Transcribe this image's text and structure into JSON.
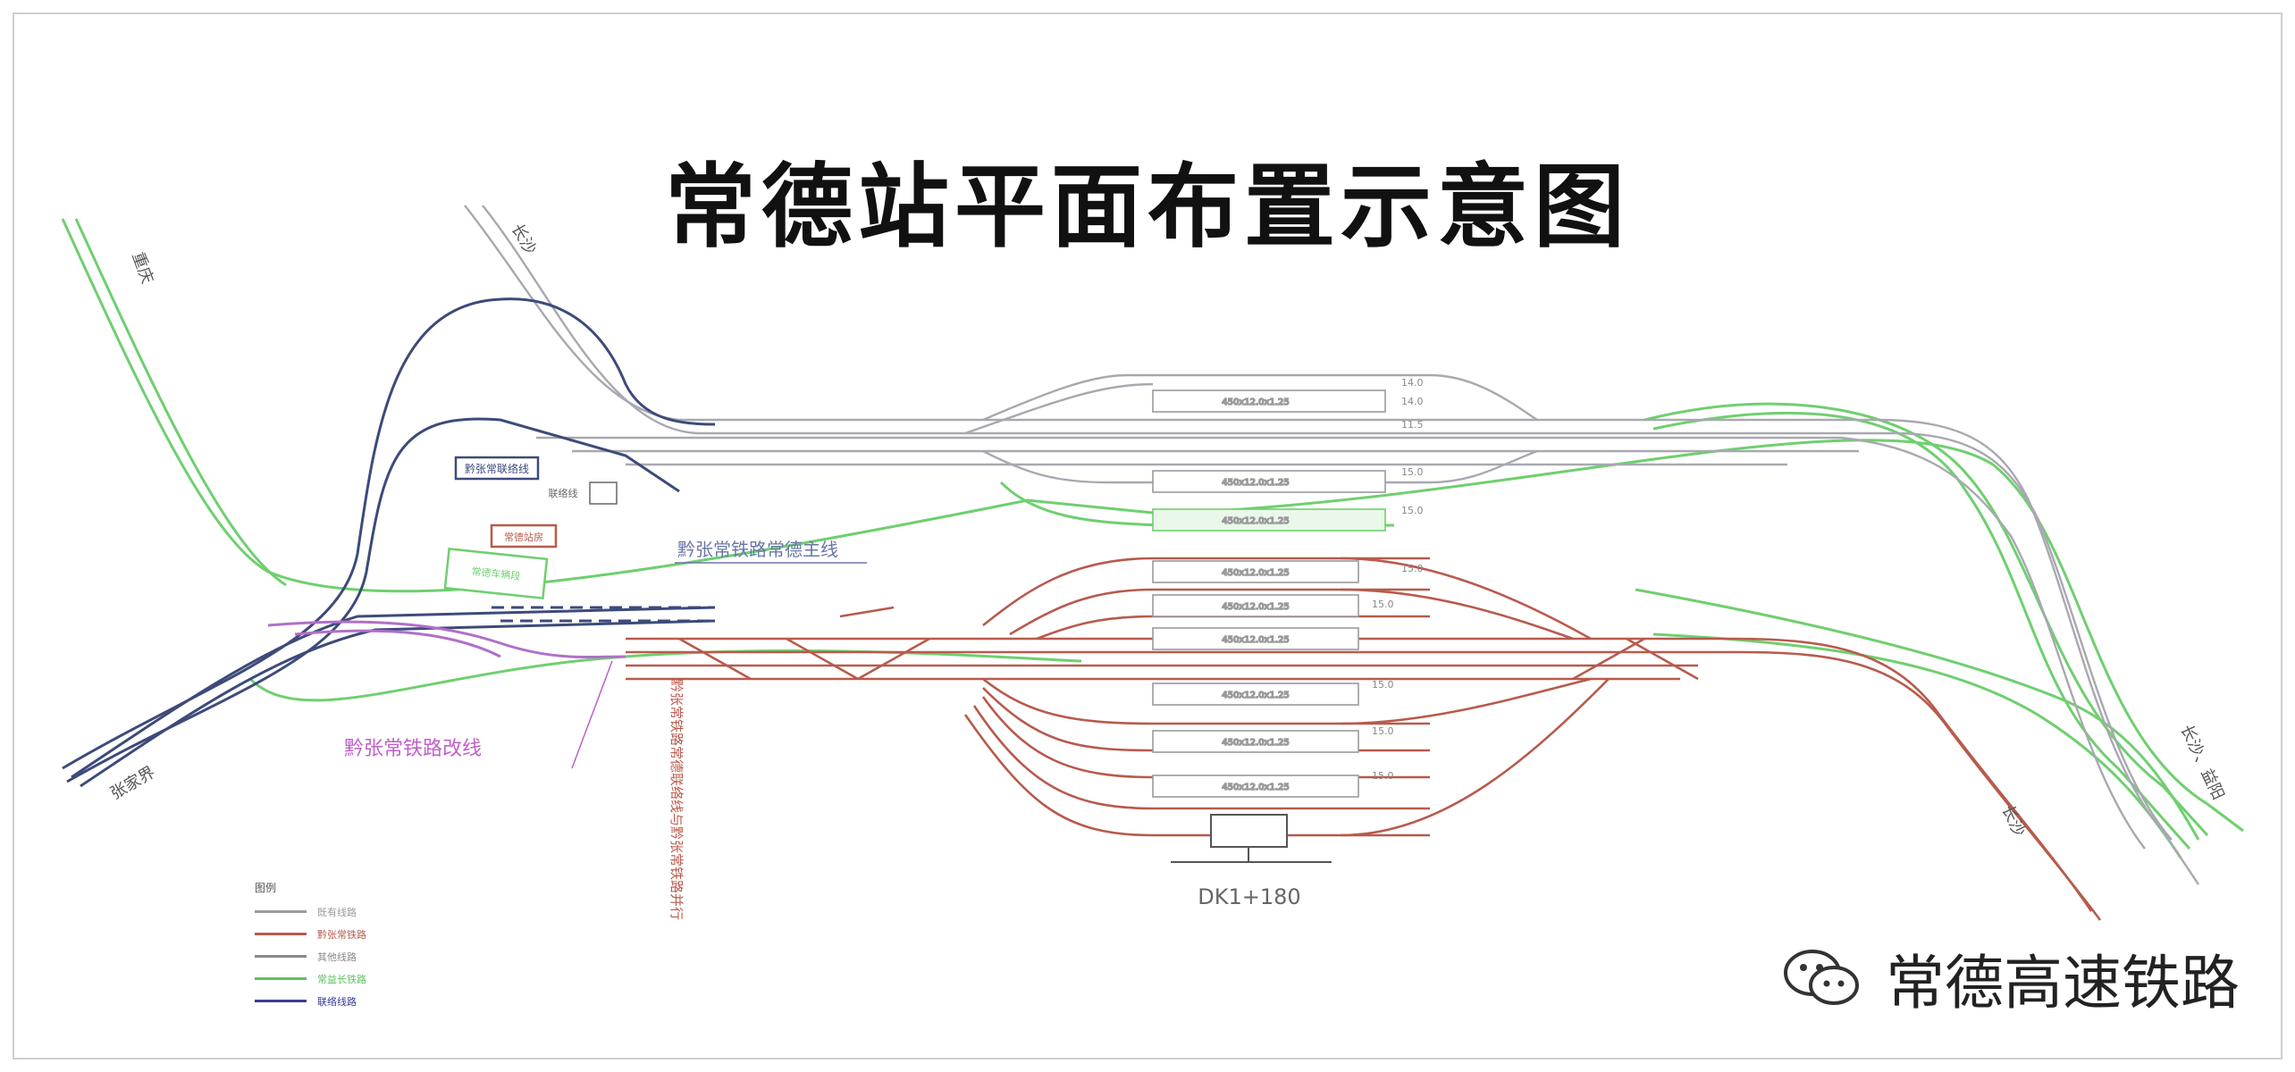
{
  "title": "常德站平面布置示意图",
  "watermark": "常德高速铁路",
  "mileage": "DK1+180",
  "directions": {
    "top_left": "重庆",
    "top_mid": "长沙",
    "bottom_left": "张家界",
    "bottom_right_1": "长沙",
    "bottom_right_2": "长沙、益阳"
  },
  "annotations": {
    "route_a": "黔张常铁路常德主线",
    "route_b": "黔张常铁路改线",
    "vertical_note": "黔张常铁路常德联络线与黔张常铁路并行",
    "box_blue": "黔张常联络线",
    "box_red": "常德站房",
    "box_green": "常德车辆段",
    "small_box": "联络线"
  },
  "legend": {
    "title": "图例",
    "items": [
      {
        "label": "既有线路",
        "color": "#9a9aa0"
      },
      {
        "label": "黔张常铁路",
        "color": "#b85a4c"
      },
      {
        "label": "其他线路",
        "color": "#8a8a8a"
      },
      {
        "label": "常益长铁路",
        "color": "#5fc25f"
      },
      {
        "label": "联络线路",
        "color": "#3a3a9a"
      }
    ]
  },
  "platforms": [
    "450x12.0x1.25",
    "450x12.0x1.25",
    "450x12.0x1.25",
    "450x12.0x1.25",
    "450x12.0x1.25",
    "450x12.0x1.25",
    "450x12.0x1.25",
    "450x12.0x1.25",
    "450x12.0x1.25"
  ],
  "widths": [
    "14.0",
    "14.0",
    "11.5",
    "15.0",
    "15.0",
    "15.0",
    "15.0",
    "15.0",
    "15.0",
    "15.0"
  ],
  "colors": {
    "grey_track": "#a8a8b0",
    "red_track": "#b85a4c",
    "green_track": "#6fcf6f",
    "blue_track": "#3d4a7a",
    "purple_track": "#b070c8"
  }
}
